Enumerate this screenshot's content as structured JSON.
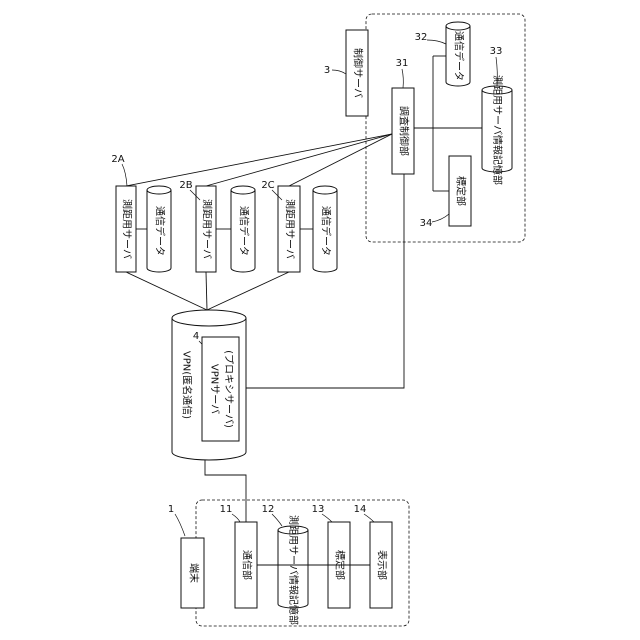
{
  "diagram": {
    "terminal": "端末",
    "communication_unit": "通信部",
    "ranging_server_info_storage": "測距用サーバ情報記憶部",
    "calibration_unit": "標定部",
    "display_unit": "表示部",
    "vpn": "VPN(匿名通信)",
    "vpn_server": "VPNサーバ",
    "proxy_server": "(プロキシサーバ)",
    "ranging_server": "測距用サーバ",
    "communication_data": "通信データ",
    "control_server": "制御サーバ",
    "investigation_control_unit": "調査制御部"
  },
  "refs": {
    "terminal": "1",
    "communication_unit": "11",
    "storage": "12",
    "calibration": "13",
    "display": "14",
    "vpn": "4",
    "server_a": "2A",
    "server_b": "2B",
    "server_c": "2C",
    "control_server": "3",
    "investigation_control": "31",
    "control_comm_data": "32",
    "control_storage": "33",
    "control_calibration": "34"
  }
}
